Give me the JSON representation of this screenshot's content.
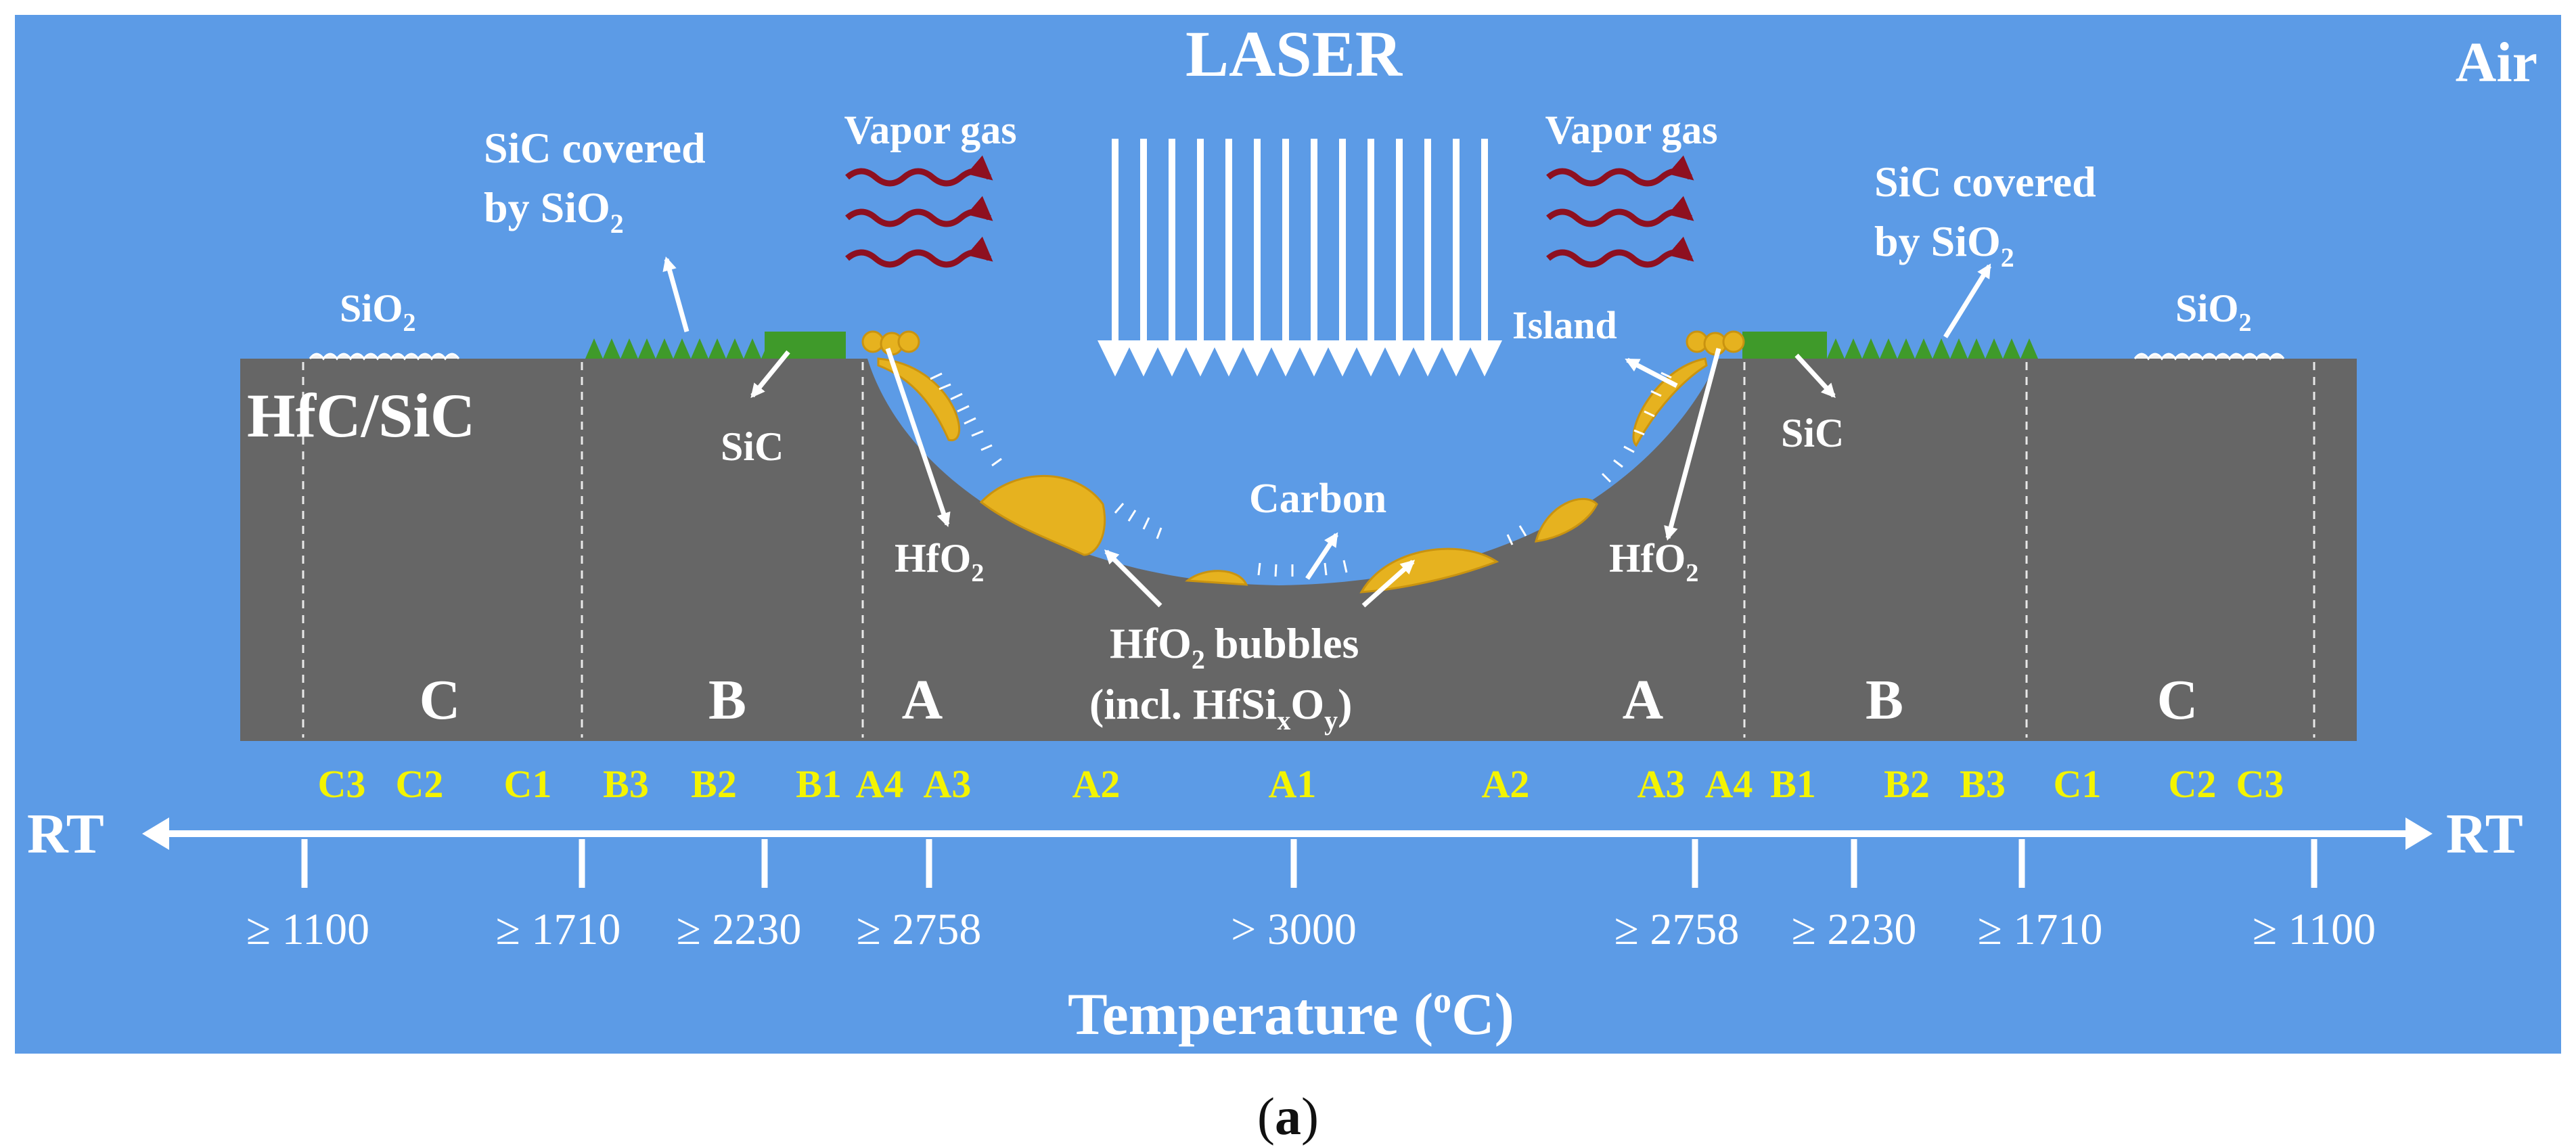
{
  "top": {
    "laser": "LASER",
    "air": "Air",
    "vapor_gas_left": "Vapor gas",
    "vapor_gas_right": "Vapor gas",
    "sic_covered_left_line1": "SiC covered",
    "sic_covered_left_line2": "by SiO",
    "sic_covered_right_line1": "SiC covered",
    "sic_covered_right_line2": "by SiO",
    "sio2_left": "SiO",
    "sio2_right": "SiO",
    "island": "Island",
    "subscript_2": "2"
  },
  "substrate": {
    "material": "HfC/SiC",
    "sic_left": "SiC",
    "sic_right": "SiC",
    "hfo2_left": "HfO",
    "hfo2_right": "HfO",
    "carbon": "Carbon",
    "bubbles_line1": "HfO",
    "bubbles_line1_tail": "bubbles",
    "bubbles_line2": "(incl. HfSi",
    "bubbles_sub_x": "x",
    "bubbles_o": "O",
    "bubbles_sub_y": "y",
    "bubbles_close": ")",
    "zones": [
      "C",
      "B",
      "A",
      "A",
      "B",
      "C"
    ]
  },
  "axis": {
    "left_end": "RT",
    "right_end": "RT",
    "subzones": [
      "C3",
      "C2",
      "C1",
      "B3",
      "B2",
      "B1",
      "A4",
      "A3",
      "A2",
      "A1",
      "A2",
      "A3",
      "A4",
      "B1",
      "B2",
      "B3",
      "C1",
      "C2",
      "C3"
    ],
    "temperatures": [
      "≥ 1100",
      "≥ 1710",
      "≥ 2230",
      "≥ 2758",
      "> 3000",
      "≥ 2758",
      "≥ 2230",
      "≥ 1710",
      "≥ 1100"
    ],
    "title": "Temperature (",
    "title_sup": "o",
    "title_tail": "C)"
  },
  "caption": {
    "open": "(",
    "letter": "a",
    "close": ")"
  },
  "colors": {
    "background": "#5c9be6",
    "substrate": "#666666",
    "hfo2": "#e6b21f",
    "sic": "#3f9a2a",
    "vapor": "#8e1020",
    "labels": "#ffffff",
    "subzone_labels": "#f4f400"
  }
}
